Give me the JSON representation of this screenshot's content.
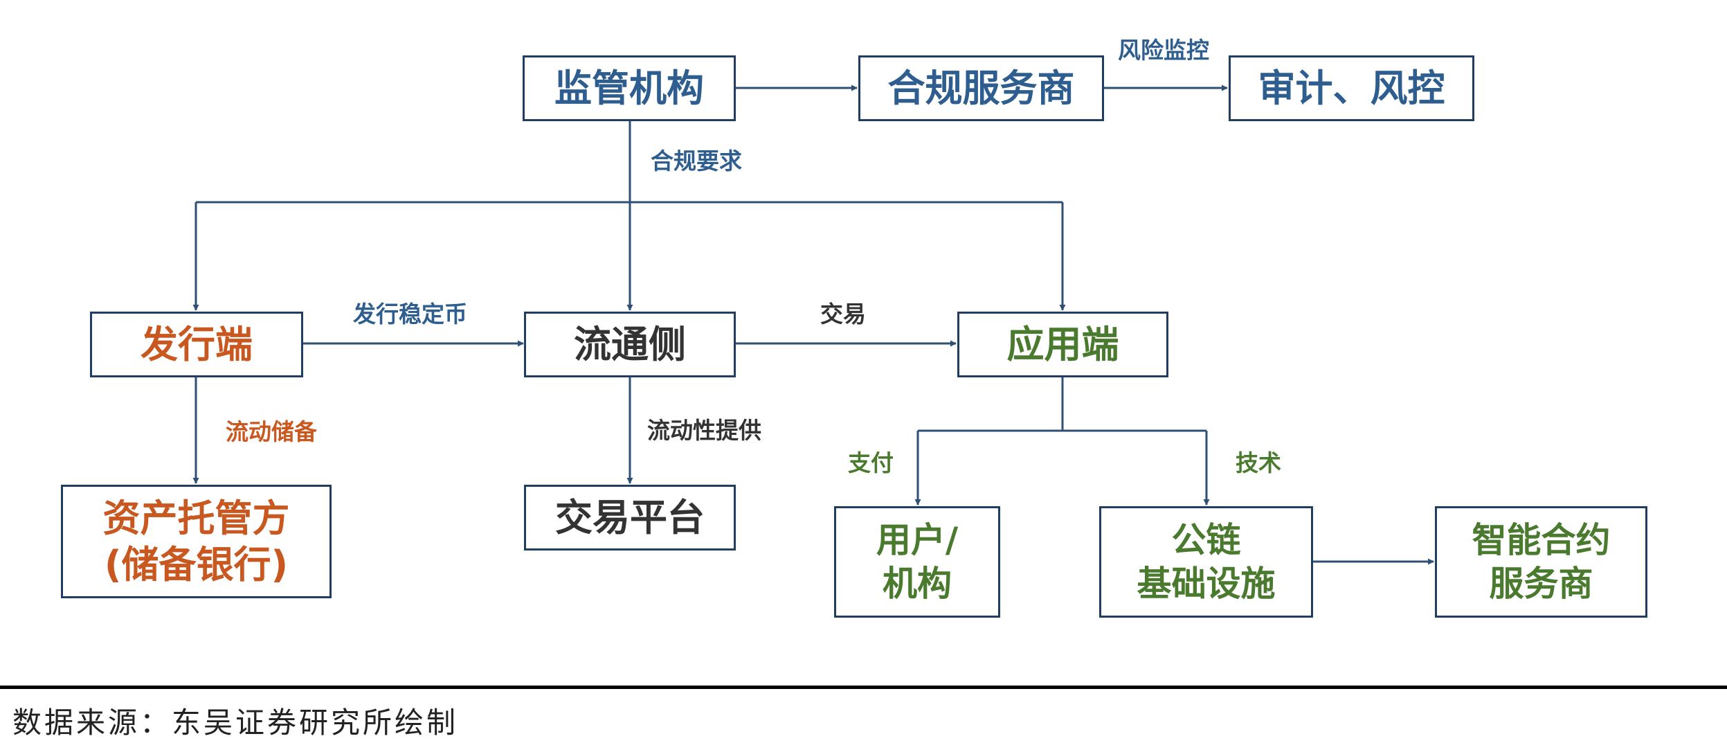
{
  "nodes": {
    "regulator": [
      "监管机构"
    ],
    "compliance_provider": [
      "合规服务商"
    ],
    "audit": [
      "审计、风控"
    ],
    "issuer": [
      "发行端"
    ],
    "circulation": [
      "流通侧"
    ],
    "application": [
      "应用端"
    ],
    "custodian": [
      "资产托管方",
      "(储备银行)"
    ],
    "exchange": [
      "交易平台"
    ],
    "users": [
      "用户/",
      "机构"
    ],
    "public_chain": [
      "公链",
      "基础设施"
    ],
    "smart_contract": [
      "智能合约",
      "服务商"
    ]
  },
  "edge_labels": {
    "risk_monitoring": "风险监控",
    "compliance_requirements": "合规要求",
    "issue_stablecoin": "发行稳定币",
    "trading": "交易",
    "liquidity_reserve": "流动储备",
    "liquidity_provision": "流动性提供",
    "payment": "支付",
    "technology": "技术"
  },
  "colors": {
    "box_border": "#1f3e62",
    "arrow": "#2f4f75",
    "blue_text": "#2e5d8f",
    "dark_text": "#333333",
    "orange_text": "#c8581f",
    "green_text": "#4a7a2e"
  },
  "footer": {
    "source": "数据来源：东吴证券研究所绘制"
  }
}
